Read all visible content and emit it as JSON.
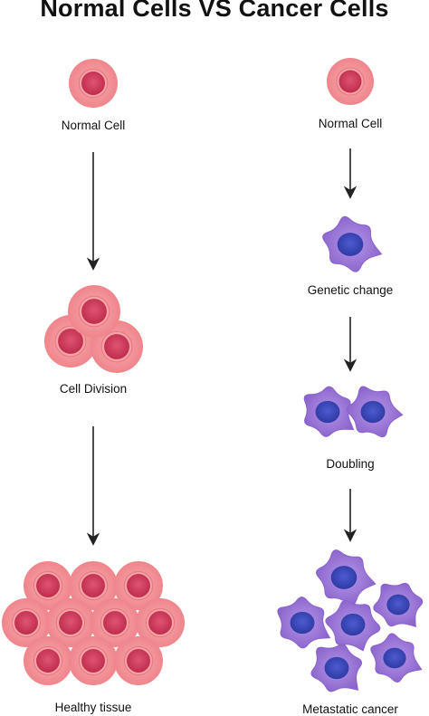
{
  "title": "Normal Cells VS Cancer Cells",
  "left_column": {
    "stages": [
      {
        "label": "Normal Cell"
      },
      {
        "label": "Cell Division"
      },
      {
        "label": "Healthy tissue"
      }
    ]
  },
  "right_column": {
    "stages": [
      {
        "label": "Normal Cell"
      },
      {
        "label": "Genetic change"
      },
      {
        "label": "Doubling"
      },
      {
        "label": "Metastatic cancer"
      }
    ]
  },
  "colors": {
    "normal_cell_outer": "#f08a8f",
    "normal_cell_ring": "#f6aeb1",
    "normal_cell_nucleus": "#d2405c",
    "cancer_cell_body": "#9a72d8",
    "cancer_cell_nucleus": "#3a47b8",
    "arrow": "#222222"
  }
}
